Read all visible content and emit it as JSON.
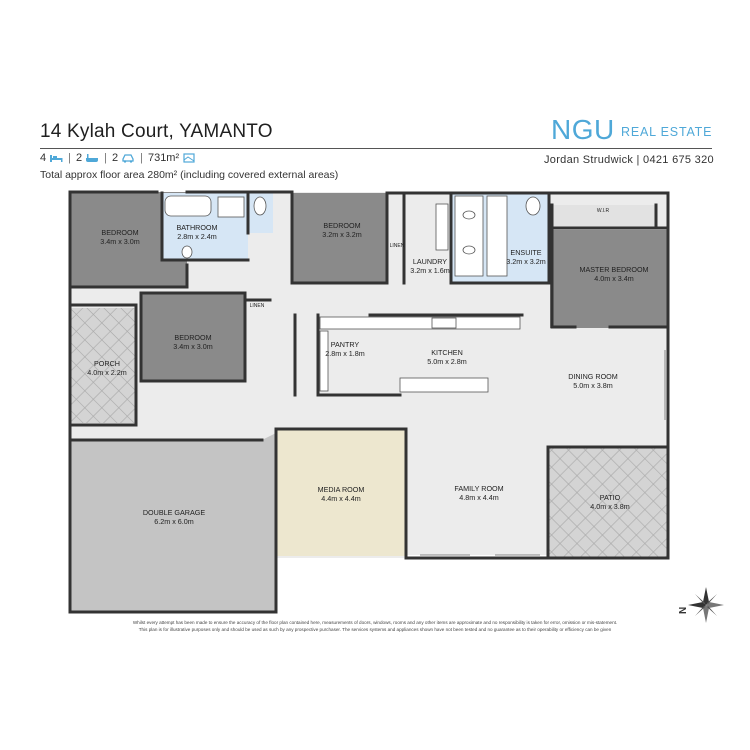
{
  "header": {
    "address": "14 Kylah Court, YAMANTO",
    "brand_main": "NGU",
    "brand_sub": "REAL ESTATE",
    "beds": "4",
    "baths": "2",
    "cars": "2",
    "land": "731m²",
    "agent": "Jordan Strudwick | 0421 675 320",
    "floor_area": "Total approx floor area 280m² (including covered external areas)"
  },
  "rooms": {
    "bedroom1": {
      "name": "BEDROOM",
      "dim": "3.4m x 3.0m"
    },
    "bathroom": {
      "name": "BATHROOM",
      "dim": "2.8m x 2.4m"
    },
    "bedroom2": {
      "name": "BEDROOM",
      "dim": "3.2m x 3.2m"
    },
    "linen1": {
      "name": "LINEN"
    },
    "laundry": {
      "name": "LAUNDRY",
      "dim": "3.2m x 1.6m"
    },
    "ensuite": {
      "name": "ENSUITE",
      "dim": "3.2m x 3.2m"
    },
    "wir": {
      "name": "W.I.R"
    },
    "master": {
      "name": "MASTER BEDROOM",
      "dim": "4.0m x 3.4m"
    },
    "linen2": {
      "name": "LINEN"
    },
    "bedroom3": {
      "name": "BEDROOM",
      "dim": "3.4m x 3.0m"
    },
    "porch": {
      "name": "PORCH",
      "dim": "4.0m x 2.2m"
    },
    "pantry": {
      "name": "PANTRY",
      "dim": "2.8m x 1.8m"
    },
    "kitchen": {
      "name": "KITCHEN",
      "dim": "5.0m x 2.8m"
    },
    "dining": {
      "name": "DINING ROOM",
      "dim": "5.0m x 3.8m"
    },
    "garage": {
      "name": "DOUBLE GARAGE",
      "dim": "6.2m x 6.0m"
    },
    "media": {
      "name": "MEDIA ROOM",
      "dim": "4.4m x 4.4m"
    },
    "family": {
      "name": "FAMILY ROOM",
      "dim": "4.8m x 4.4m"
    },
    "patio": {
      "name": "PATIO",
      "dim": "4.0m x 3.8m"
    }
  },
  "colors": {
    "bedroom": "#8a8a8a",
    "wet": "#d6e6f5",
    "living": "#ececec",
    "media": "#ede7cf",
    "garage": "#c4c4c4",
    "wall": "#333333",
    "brand": "#4fa8d8"
  },
  "disclaimer": {
    "line1": "Whilst every attempt has been made to ensure the accuracy of the floor plan contained here, measurements of doors, windows, rooms and any other items are approximate and no responsibility is taken for error, omission or mis-statement.",
    "line2": "This plan is for illustrative purposes only and should be used as such by any prospective purchaser. The services systems and appliances shown have not been tested and no guarantee as to their operability or efficiency can be given"
  }
}
